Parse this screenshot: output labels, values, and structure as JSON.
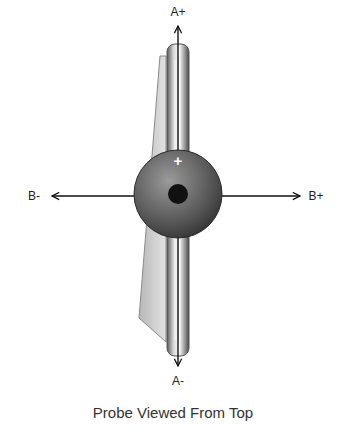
{
  "diagram": {
    "caption": "Probe Viewed From Top",
    "nodes": [
      {
        "text": [
          "+"
        ]
      }
    ],
    "labels": [
      "A+",
      "B-",
      "B+",
      "A-"
    ]
  }
}
